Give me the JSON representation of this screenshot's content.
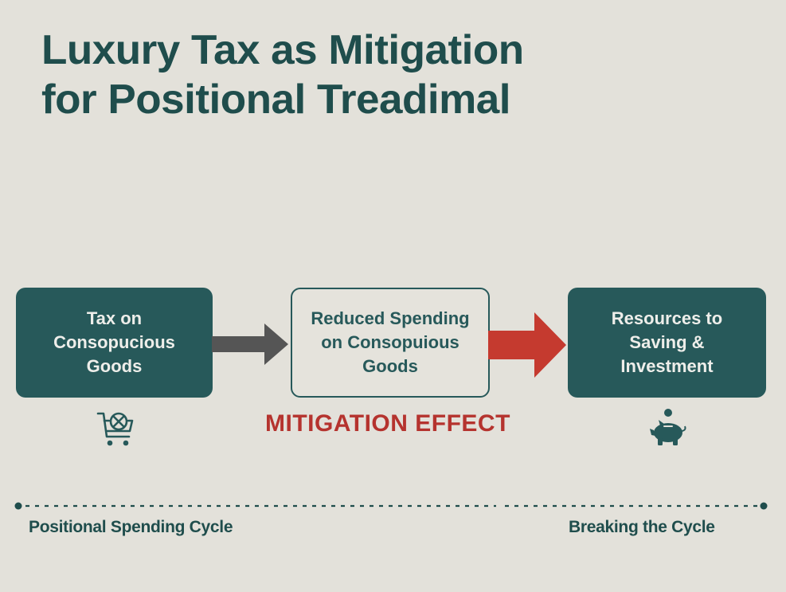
{
  "title": {
    "line1": "Luxury Tax as Mitigation",
    "line2": "for Positional Treadimal"
  },
  "flow": {
    "steps": [
      {
        "label": "Tax on\nConsopucious\nGoods",
        "style": "filled",
        "icon": "shopping-cart-x-icon"
      },
      {
        "label": "Reduced Spending\non Consopuious\nGoods",
        "style": "outline"
      },
      {
        "label": "Resources to\nSaving &\nInvestment",
        "style": "filled",
        "icon": "piggy-bank-icon"
      }
    ],
    "arrows": [
      {
        "from": 1,
        "to": 2,
        "color": "#555555"
      },
      {
        "from": 2,
        "to": 3,
        "color": "#c53a2f"
      }
    ],
    "effect_label": "MITIGATION EFFECT"
  },
  "timeline": {
    "left_label": "Positional Spending Cycle",
    "right_label": "Breaking the Cycle"
  },
  "colors": {
    "background": "#e3e1da",
    "primary_teal": "#27595a",
    "title_teal": "#1f4d4c",
    "accent_red": "#c53a2f",
    "arrow_gray": "#555555",
    "effect_red": "#b5332e"
  }
}
